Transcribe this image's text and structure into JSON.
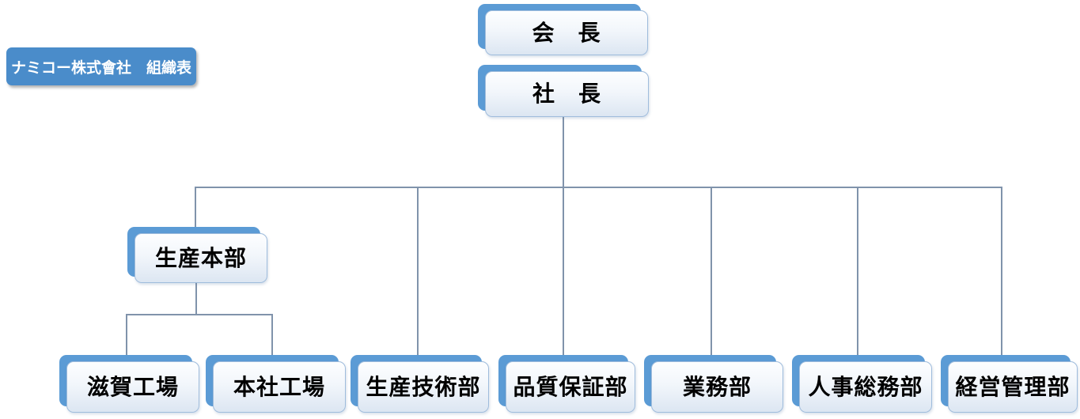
{
  "title": {
    "label": "ナミコー株式會社　組織表"
  },
  "colors": {
    "accent_shadow": "#5b9bd5",
    "title_background": "#4a8cca",
    "connector_line": "#8093ab",
    "node_border": "#9fbcdc",
    "node_fill_top": "#ffffff",
    "node_fill_bottom": "#dce6f2",
    "node_text": "#000000",
    "title_text": "#ffffff"
  },
  "nodes": {
    "chairman": {
      "label": "会　長"
    },
    "president": {
      "label": "社　長"
    },
    "production_hq": {
      "label": "生産本部"
    },
    "shiga_factory": {
      "label": "滋賀工場"
    },
    "head_office_factory": {
      "label": "本社工場"
    },
    "production_engineering": {
      "label": "生産技術部"
    },
    "quality_assurance": {
      "label": "品質保証部"
    },
    "operations": {
      "label": "業務部"
    },
    "hr_general_affairs": {
      "label": "人事総務部"
    },
    "management_admin": {
      "label": "経営管理部"
    }
  },
  "hierarchy": [
    {
      "parent": "chairman",
      "children": [
        "president"
      ]
    },
    {
      "parent": "president",
      "children": [
        "production_hq",
        "production_engineering",
        "quality_assurance",
        "operations",
        "hr_general_affairs",
        "management_admin"
      ]
    },
    {
      "parent": "production_hq",
      "children": [
        "shiga_factory",
        "head_office_factory"
      ]
    }
  ]
}
